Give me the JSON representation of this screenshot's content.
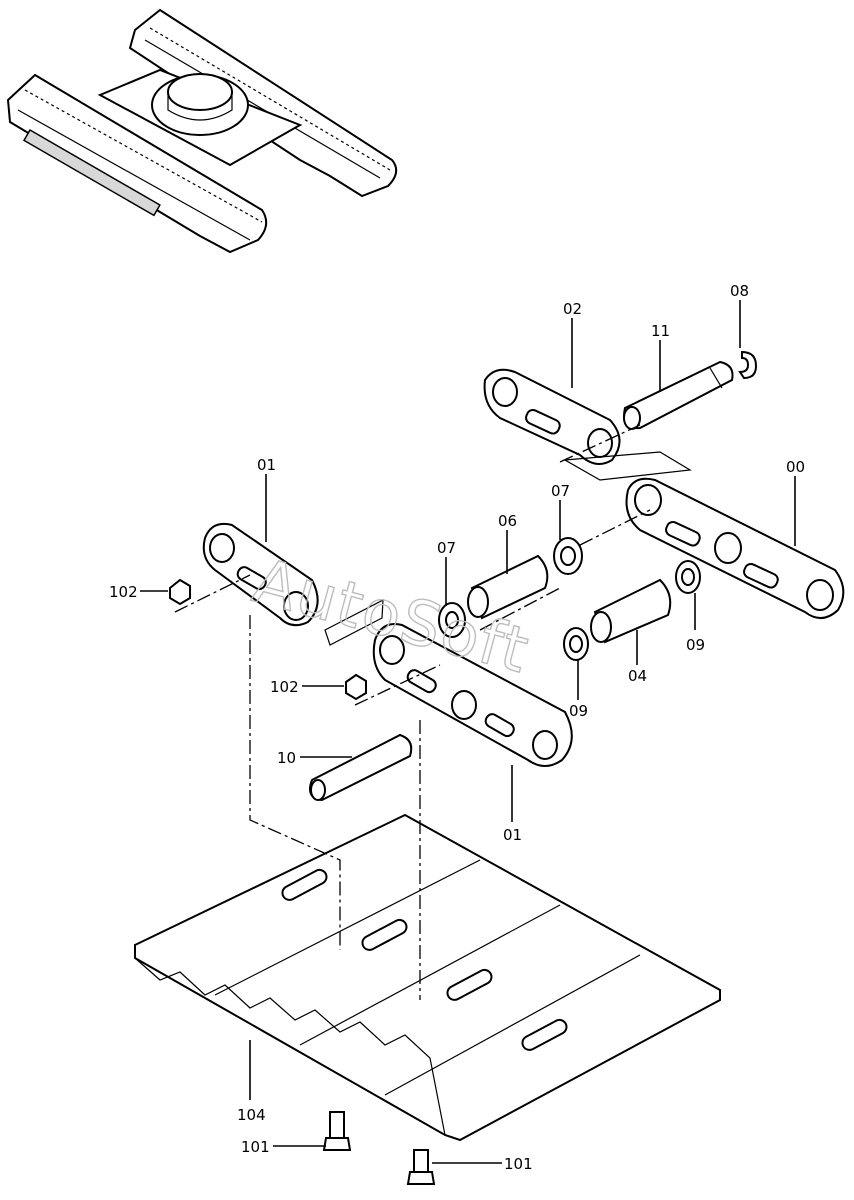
{
  "callouts": [
    {
      "id": "label-02",
      "text": "02"
    },
    {
      "id": "label-08",
      "text": "08"
    },
    {
      "id": "label-11",
      "text": "11"
    },
    {
      "id": "label-01-top",
      "text": "01"
    },
    {
      "id": "label-00",
      "text": "00"
    },
    {
      "id": "label-07-right",
      "text": "07"
    },
    {
      "id": "label-06",
      "text": "06"
    },
    {
      "id": "label-07-left",
      "text": "07"
    },
    {
      "id": "label-102-top",
      "text": "102"
    },
    {
      "id": "label-09-right",
      "text": "09"
    },
    {
      "id": "label-04",
      "text": "04"
    },
    {
      "id": "label-102-mid",
      "text": "102"
    },
    {
      "id": "label-09-mid",
      "text": "09"
    },
    {
      "id": "label-10",
      "text": "10"
    },
    {
      "id": "label-01-bottom",
      "text": "01"
    },
    {
      "id": "label-104",
      "text": "104"
    },
    {
      "id": "label-101-left",
      "text": "101"
    },
    {
      "id": "label-101-right",
      "text": "101"
    }
  ],
  "watermark": "AutoSoft",
  "colors": {
    "line": "#000000",
    "background": "#ffffff",
    "watermark": "#bdbdbd"
  }
}
